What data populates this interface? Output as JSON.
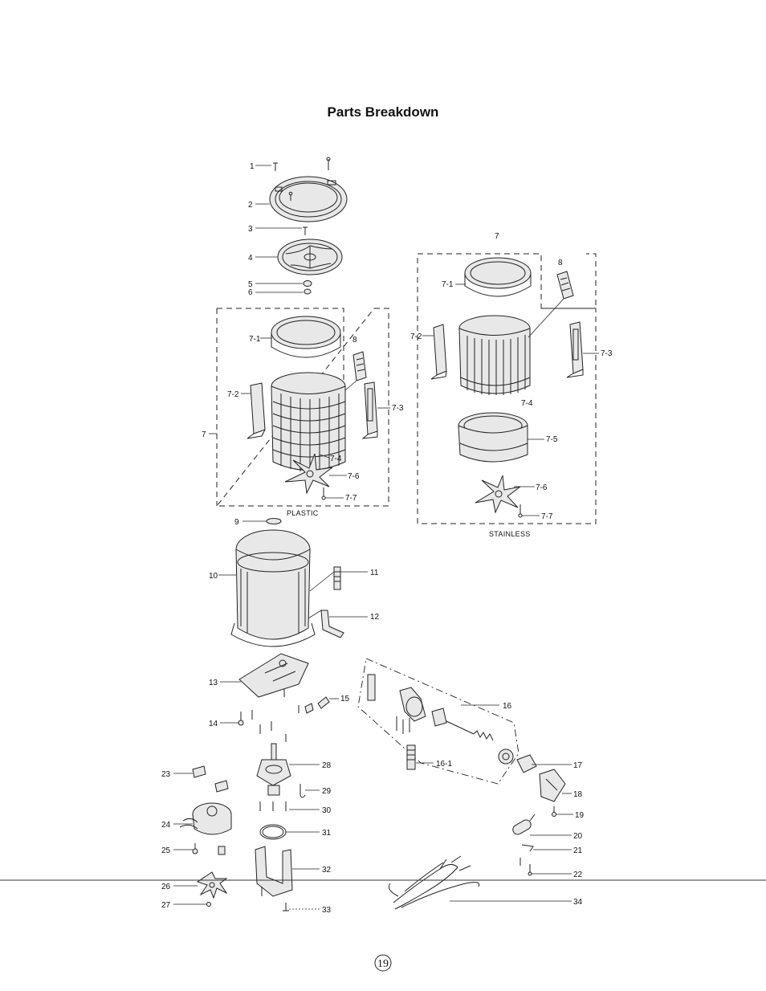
{
  "header": {
    "title": "Parts Breakdown"
  },
  "callouts": {
    "main": [
      "1",
      "2",
      "3",
      "4",
      "5",
      "6"
    ],
    "plastic": {
      "group": "7",
      "items": [
        "7-1",
        "7-2",
        "8",
        "7-3",
        "7-4",
        "7-6",
        "7-7"
      ],
      "caption": "PLASTIC"
    },
    "stainless": {
      "group": "7",
      "items": [
        "7-1",
        "8",
        "7-2",
        "7-3",
        "7-4",
        "7-5",
        "7-6",
        "7-7"
      ],
      "caption": "STAINLESS"
    },
    "lower": [
      "9",
      "10",
      "11",
      "12",
      "13",
      "14",
      "15",
      "16",
      "16-1",
      "17",
      "18",
      "19",
      "20",
      "21",
      "22",
      "23",
      "24",
      "25",
      "26",
      "27",
      "28",
      "29",
      "30",
      "31",
      "32",
      "33",
      "34"
    ]
  },
  "footer": {
    "page_number": "19"
  }
}
